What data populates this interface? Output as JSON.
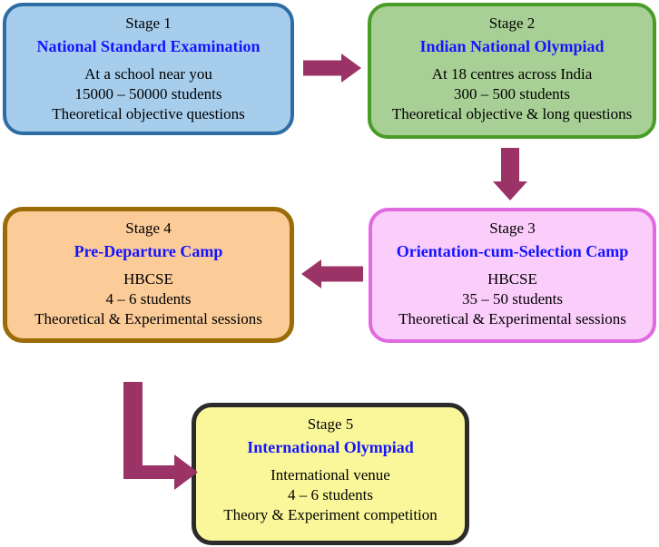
{
  "diagram": {
    "title": "Olympiad Selection Process Flowchart",
    "arrow_color": "#9c3366"
  },
  "stages": [
    {
      "id": "stage-1",
      "number": "Stage 1",
      "name": "National Standard Examination",
      "lines": [
        "At a school near you",
        "15000 – 50000 students",
        "Theoretical objective questions"
      ],
      "fill": "#a6cdec",
      "border": "#2e6da4",
      "title_color": "#1414ff"
    },
    {
      "id": "stage-2",
      "number": "Stage 2",
      "name": "Indian National Olympiad",
      "lines": [
        "At 18 centres across India",
        "300 – 500 students",
        "Theoretical objective & long questions"
      ],
      "fill": "#a8cf95",
      "border": "#4a9c28",
      "title_color": "#1414ff"
    },
    {
      "id": "stage-3",
      "number": "Stage 3",
      "name": "Orientation-cum-Selection Camp",
      "lines": [
        "HBCSE",
        "35 – 50 students",
        "Theoretical & Experimental sessions"
      ],
      "fill": "#fbcdfb",
      "border": "#e06ae0",
      "title_color": "#1414ff"
    },
    {
      "id": "stage-4",
      "number": "Stage 4",
      "name": "Pre-Departure Camp",
      "lines": [
        "HBCSE",
        "4 – 6 students",
        "Theoretical & Experimental sessions"
      ],
      "fill": "#fbcb98",
      "border": "#9a6b06",
      "title_color": "#1414ff"
    },
    {
      "id": "stage-5",
      "number": "Stage 5",
      "name": "International Olympiad",
      "lines": [
        "International venue",
        "4 – 6 students",
        "Theory & Experiment competition"
      ],
      "fill": "#faf79a",
      "border": "#2b2b2b",
      "title_color": "#1414ff"
    }
  ],
  "connectors": [
    {
      "id": "arrow-stage1-to-stage2",
      "direction": "right"
    },
    {
      "id": "arrow-stage2-to-stage3",
      "direction": "down"
    },
    {
      "id": "arrow-stage3-to-stage4",
      "direction": "left"
    },
    {
      "id": "arrow-stage4-to-stage5",
      "direction": "elbow-down-right"
    }
  ]
}
